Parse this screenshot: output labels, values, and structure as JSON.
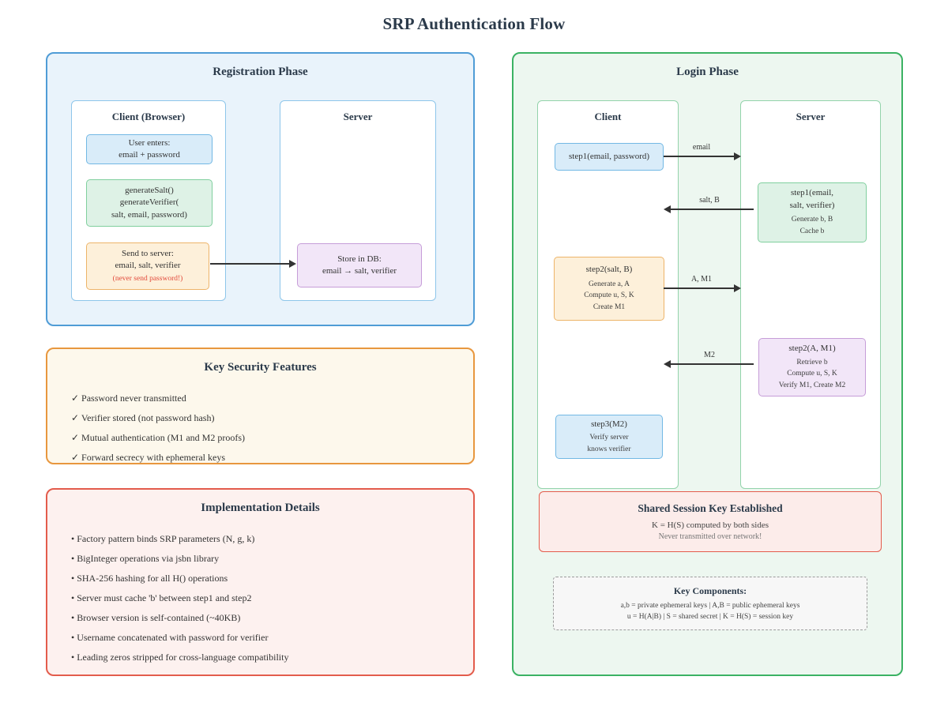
{
  "title": "SRP Authentication Flow",
  "registration": {
    "title": "Registration Phase",
    "client": {
      "title": "Client (Browser)",
      "user_enters": [
        "User enters:",
        "email + password"
      ],
      "generate": [
        "generateSalt()",
        "generateVerifier(",
        "salt, email, password)"
      ],
      "send": [
        "Send to server:",
        "email, salt, verifier"
      ],
      "send_warning": "(never send password!)"
    },
    "server": {
      "title": "Server",
      "store": [
        "Store in DB:",
        "email → salt, verifier"
      ]
    }
  },
  "security": {
    "title": "Key Security Features",
    "items": [
      "✓ Password never transmitted",
      "✓ Verifier stored (not password hash)",
      "✓ Mutual authentication (M1 and M2 proofs)",
      "✓ Forward secrecy with ephemeral keys"
    ]
  },
  "implementation": {
    "title": "Implementation Details",
    "items": [
      "• Factory pattern binds SRP parameters (N, g, k)",
      "• BigInteger operations via jsbn library",
      "• SHA-256 hashing for all H() operations",
      "• Server must cache 'b' between step1 and step2",
      "• Browser version is self-contained (~40KB)",
      "• Username concatenated with password for verifier",
      "• Leading zeros stripped for cross-language compatibility"
    ]
  },
  "login": {
    "title": "Login Phase",
    "client": {
      "title": "Client",
      "step1": "step1(email, password)",
      "step2_title": "step2(salt, B)",
      "step2_lines": [
        "Generate a, A",
        "Compute u, S, K",
        "Create M1"
      ],
      "step3_title": "step3(M2)",
      "step3_lines": [
        "Verify server",
        "knows verifier"
      ]
    },
    "server": {
      "title": "Server",
      "step1_title": [
        "step1(email,",
        "salt, verifier)"
      ],
      "step1_lines": [
        "Generate b, B",
        "Cache b"
      ],
      "step2_title": "step2(A, M1)",
      "step2_lines": [
        "Retrieve b",
        "Compute u, S, K",
        "Verify M1, Create M2"
      ]
    },
    "messages": [
      "email",
      "salt, B",
      "A, M1",
      "M2"
    ],
    "session": {
      "title": "Shared Session Key Established",
      "line1": "K = H(S) computed by both sides",
      "line2": "Never transmitted over network!"
    },
    "components": {
      "title": "Key Components:",
      "line1": "a,b = private ephemeral keys | A,B = public ephemeral keys",
      "line2": "u = H(A|B) | S = shared secret | K = H(S) = session key"
    }
  }
}
